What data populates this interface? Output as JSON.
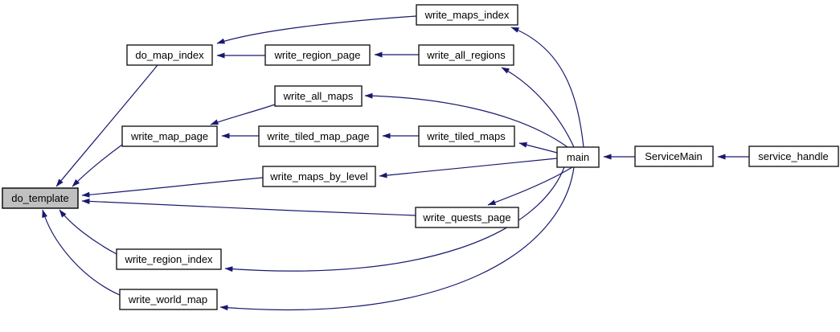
{
  "graph": {
    "type": "call-graph",
    "nodes": [
      {
        "id": "write_maps_index",
        "label": "write_maps_index",
        "highlighted": false
      },
      {
        "id": "do_map_index",
        "label": "do_map_index",
        "highlighted": false
      },
      {
        "id": "write_region_page",
        "label": "write_region_page",
        "highlighted": false
      },
      {
        "id": "write_all_regions",
        "label": "write_all_regions",
        "highlighted": false
      },
      {
        "id": "write_all_maps",
        "label": "write_all_maps",
        "highlighted": false
      },
      {
        "id": "write_map_page",
        "label": "write_map_page",
        "highlighted": false
      },
      {
        "id": "write_tiled_map_page",
        "label": "write_tiled_map_page",
        "highlighted": false
      },
      {
        "id": "write_tiled_maps",
        "label": "write_tiled_maps",
        "highlighted": false
      },
      {
        "id": "write_maps_by_level",
        "label": "write_maps_by_level",
        "highlighted": false
      },
      {
        "id": "do_template",
        "label": "do_template",
        "highlighted": true
      },
      {
        "id": "write_quests_page",
        "label": "write_quests_page",
        "highlighted": false
      },
      {
        "id": "write_region_index",
        "label": "write_region_index",
        "highlighted": false
      },
      {
        "id": "write_world_map",
        "label": "write_world_map",
        "highlighted": false
      },
      {
        "id": "main",
        "label": "main",
        "highlighted": false
      },
      {
        "id": "ServiceMain",
        "label": "ServiceMain",
        "highlighted": false
      },
      {
        "id": "service_handle",
        "label": "service_handle",
        "highlighted": false
      }
    ],
    "edges": [
      {
        "from": "write_region_page",
        "to": "do_map_index"
      },
      {
        "from": "write_maps_index",
        "to": "do_map_index"
      },
      {
        "from": "write_all_regions",
        "to": "write_region_page"
      },
      {
        "from": "write_all_maps",
        "to": "write_map_page"
      },
      {
        "from": "write_tiled_map_page",
        "to": "write_map_page"
      },
      {
        "from": "write_tiled_maps",
        "to": "write_tiled_map_page"
      },
      {
        "from": "do_map_index",
        "to": "do_template"
      },
      {
        "from": "write_map_page",
        "to": "do_template"
      },
      {
        "from": "write_maps_by_level",
        "to": "do_template"
      },
      {
        "from": "write_quests_page",
        "to": "do_template"
      },
      {
        "from": "write_region_index",
        "to": "do_template"
      },
      {
        "from": "write_world_map",
        "to": "do_template"
      },
      {
        "from": "main",
        "to": "write_maps_index"
      },
      {
        "from": "main",
        "to": "write_all_regions"
      },
      {
        "from": "main",
        "to": "write_all_maps"
      },
      {
        "from": "main",
        "to": "write_tiled_maps"
      },
      {
        "from": "main",
        "to": "write_maps_by_level"
      },
      {
        "from": "main",
        "to": "write_quests_page"
      },
      {
        "from": "main",
        "to": "write_region_index"
      },
      {
        "from": "main",
        "to": "write_world_map"
      },
      {
        "from": "ServiceMain",
        "to": "main"
      },
      {
        "from": "service_handle",
        "to": "ServiceMain"
      }
    ]
  },
  "colors": {
    "edge": "#191970",
    "node_fill": "#ffffff",
    "node_border": "#1a1a1a",
    "highlight_fill": "#c0c0c0",
    "text": "#000000",
    "background": "#ffffff"
  }
}
